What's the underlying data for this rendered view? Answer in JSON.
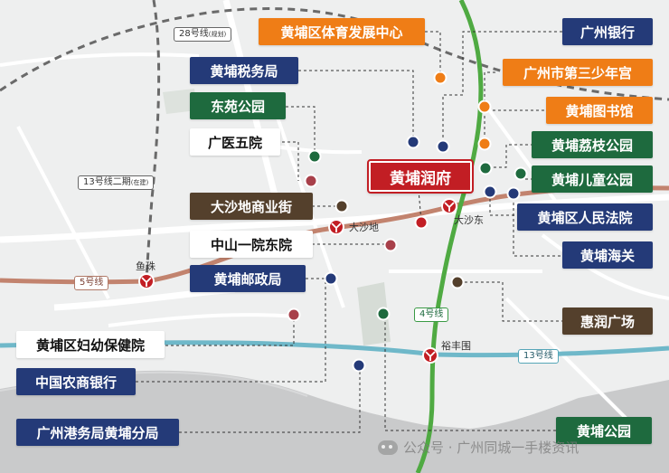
{
  "colors": {
    "government": "#243a78",
    "park": "#1e6a3e",
    "sport_culture": "#ef7d16",
    "hospital": "#ffffff",
    "commercial": "#54402c",
    "focus": "#c21e24",
    "line_5": "#c2836e",
    "line_13": "#6fb8c9",
    "line_4": "#4faa42"
  },
  "focus_project": "黄埔润府",
  "pois": {
    "sports_center": "黄埔区体育发展中心",
    "gz_bank": "广州银行",
    "tax_bureau": "黄埔税务局",
    "youth_palace": "广州市第三少年宫",
    "dongyuan_park": "东苑公园",
    "library": "黄埔图书馆",
    "gy5_hospital": "广医五院",
    "lizhi_park": "黄埔荔枝公园",
    "childrens_park": "黄埔儿童公园",
    "dashadi_street": "大沙地商业街",
    "court": "黄埔区人民法院",
    "zs1_hospital": "中山一院东院",
    "customs": "黄埔海关",
    "post_bureau": "黄埔邮政局",
    "huirun_plaza": "惠润广场",
    "maternal_hospital": "黄埔区妇幼保健院",
    "abc_bank": "中国农商银行",
    "port_bureau": "广州港务局黄埔分局",
    "huangpu_park": "黄埔公园"
  },
  "stations": {
    "yuzhu": "鱼珠",
    "dashadi": "大沙地",
    "dashadong": "大沙东",
    "yufengwei": "裕丰围"
  },
  "lines": {
    "line28": "28号线",
    "line28_note": "(规划)",
    "line13_phase2": "13号线二期",
    "line13_phase2_note": "(在建)",
    "line5": "5号线",
    "line4": "4号线",
    "line13": "13号线"
  },
  "watermark": "公众号 · 广州同城一手楼资讯"
}
